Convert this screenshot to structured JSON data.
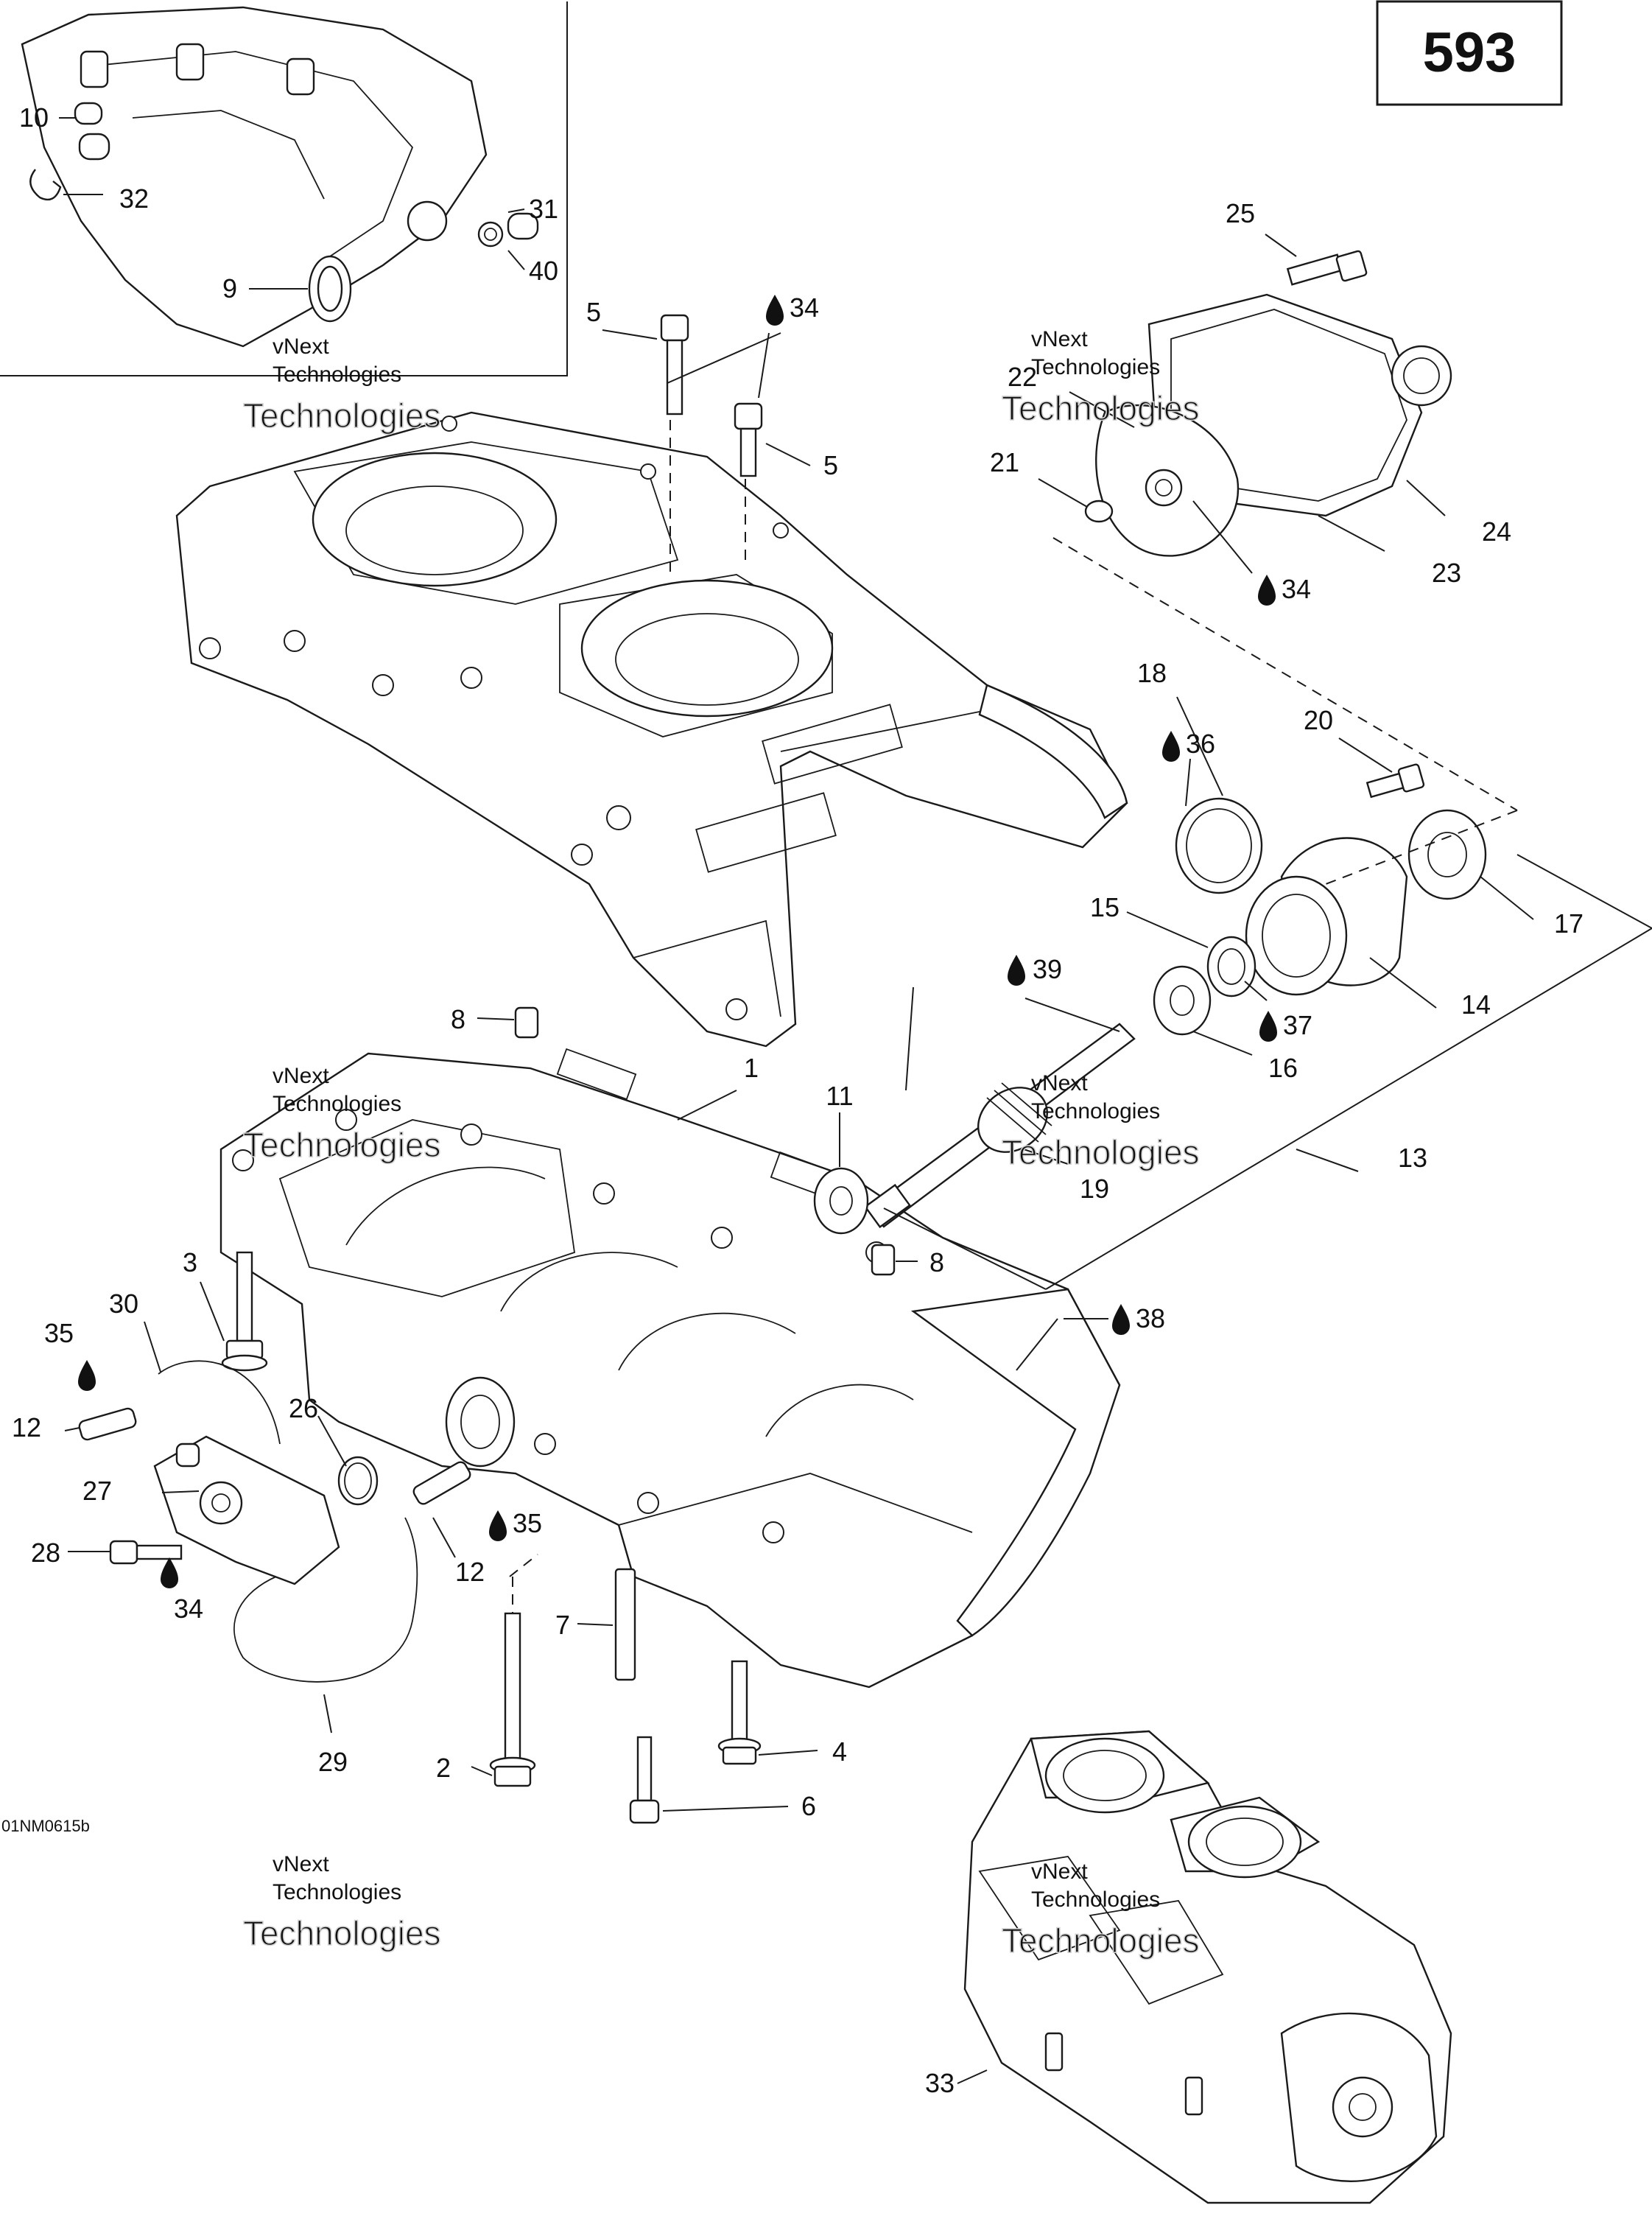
{
  "diagram": {
    "page_number": "593",
    "drawing_code": "01NM0615b",
    "watermark_line1": "vNext",
    "watermark_line2": "Technologies",
    "labels": [
      {
        "text": "1"
      },
      {
        "text": "2"
      },
      {
        "text": "3"
      },
      {
        "text": "4"
      },
      {
        "text": "5"
      },
      {
        "text": "5"
      },
      {
        "text": "6"
      },
      {
        "text": "7"
      },
      {
        "text": "8"
      },
      {
        "text": "8"
      },
      {
        "text": "9"
      },
      {
        "text": "10"
      },
      {
        "text": "11"
      },
      {
        "text": "12"
      },
      {
        "text": "12"
      },
      {
        "text": "13"
      },
      {
        "text": "14"
      },
      {
        "text": "15"
      },
      {
        "text": "16"
      },
      {
        "text": "17"
      },
      {
        "text": "18"
      },
      {
        "text": "19"
      },
      {
        "text": "20"
      },
      {
        "text": "21"
      },
      {
        "text": "22"
      },
      {
        "text": "23"
      },
      {
        "text": "24"
      },
      {
        "text": "25"
      },
      {
        "text": "26"
      },
      {
        "text": "27"
      },
      {
        "text": "28"
      },
      {
        "text": "29"
      },
      {
        "text": "30"
      },
      {
        "text": "31"
      },
      {
        "text": "32"
      },
      {
        "text": "33"
      },
      {
        "text": "34"
      },
      {
        "text": "34"
      },
      {
        "text": "34"
      },
      {
        "text": "35"
      },
      {
        "text": "35"
      },
      {
        "text": "36"
      },
      {
        "text": "37"
      },
      {
        "text": "38"
      },
      {
        "text": "39"
      },
      {
        "text": "40"
      }
    ],
    "lubricant_icon": "oil-drop-icon"
  }
}
